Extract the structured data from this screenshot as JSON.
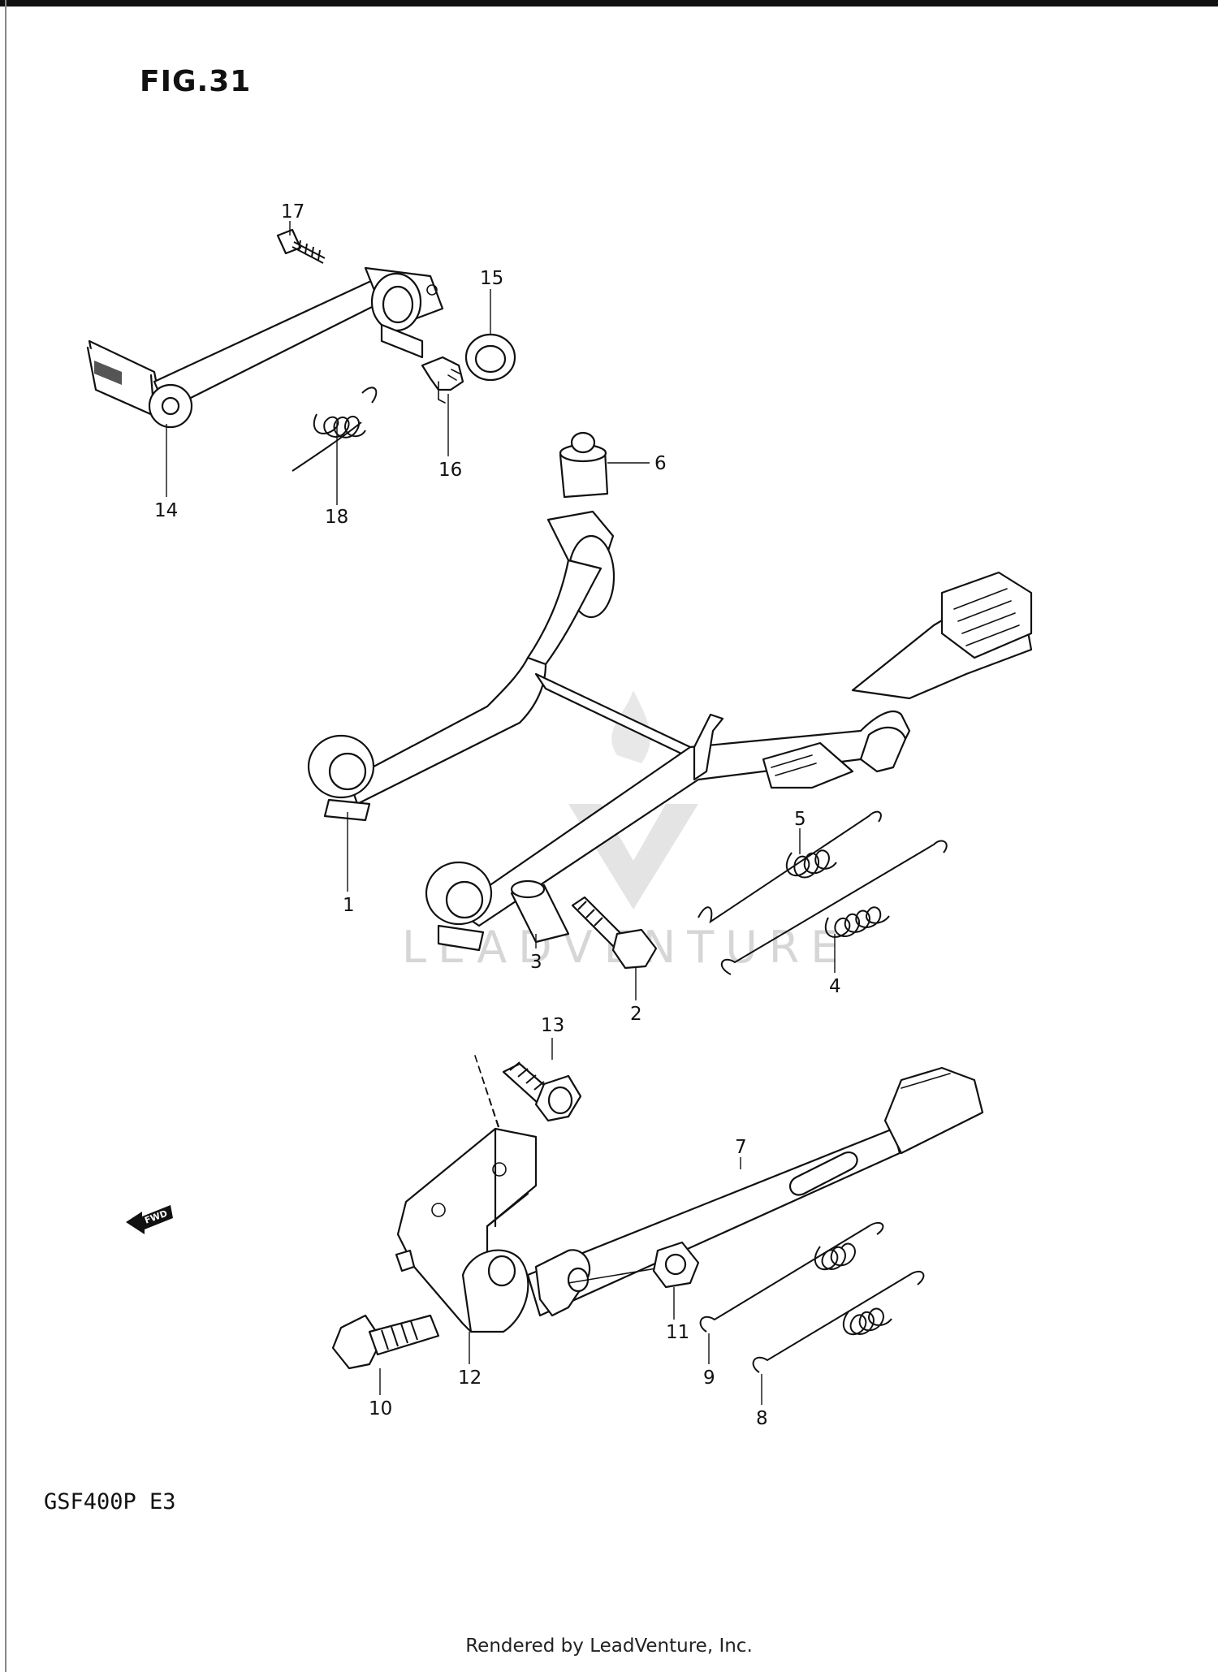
{
  "figure": {
    "title": "FIG.31",
    "model_code": "GSF400P E3"
  },
  "callouts": {
    "c1": "1",
    "c2": "2",
    "c3": "3",
    "c4": "4",
    "c5": "5",
    "c6": "6",
    "c7": "7",
    "c8": "8",
    "c9": "9",
    "c10": "10",
    "c11": "11",
    "c12": "12",
    "c13": "13",
    "c14": "14",
    "c15": "15",
    "c16": "16",
    "c17": "17",
    "c18": "18"
  },
  "direction_badge": "FWD",
  "watermark": "LEADVENTURE",
  "footer": "Rendered by LeadVenture, Inc."
}
